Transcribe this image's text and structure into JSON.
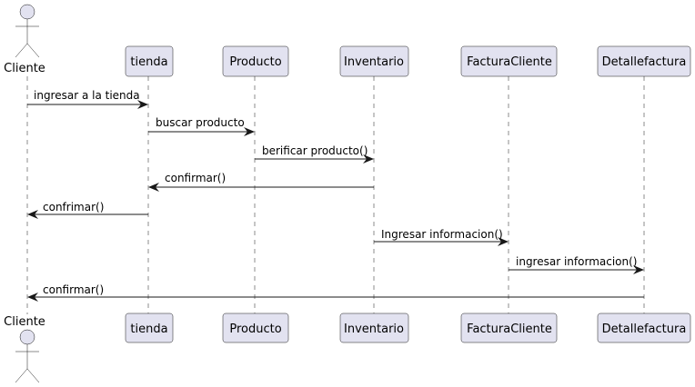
{
  "actor": {
    "label": "Cliente"
  },
  "participants": [
    {
      "id": "tienda",
      "label": "tienda"
    },
    {
      "id": "producto",
      "label": "Producto"
    },
    {
      "id": "inventario",
      "label": "Inventario"
    },
    {
      "id": "factura",
      "label": "FacturaCliente"
    },
    {
      "id": "detalle",
      "label": "Detallefactura"
    }
  ],
  "messages": [
    {
      "from": "cliente",
      "to": "tienda",
      "label": "ingresar a la tienda"
    },
    {
      "from": "tienda",
      "to": "producto",
      "label": "buscar producto"
    },
    {
      "from": "producto",
      "to": "inventario",
      "label": "berificar producto()"
    },
    {
      "from": "inventario",
      "to": "tienda",
      "label": "confirmar()"
    },
    {
      "from": "tienda",
      "to": "cliente",
      "label": "confrimar()"
    },
    {
      "from": "inventario",
      "to": "factura",
      "label": "Ingresar informacion()"
    },
    {
      "from": "factura",
      "to": "detalle",
      "label": "ingresar informacion()"
    },
    {
      "from": "detalle",
      "to": "cliente",
      "label": "confirmar()"
    }
  ],
  "colors": {
    "participant_fill": "#e2e2f0",
    "stroke": "#181818"
  }
}
